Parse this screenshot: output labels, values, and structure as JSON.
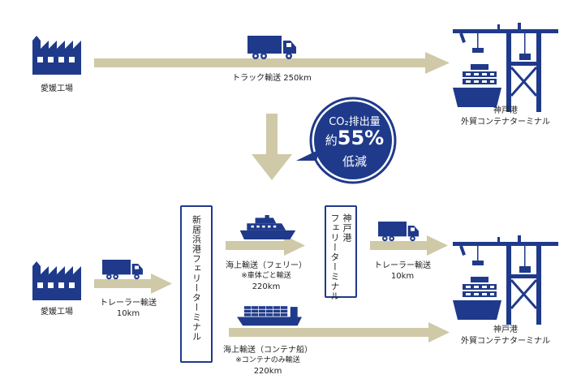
{
  "top_route": {
    "origin_label": "愛媛工場",
    "arrow_label": "トラック輸送 250km",
    "destination_line1": "神戸港",
    "destination_line2": "外貿コンテナターミナル"
  },
  "callout": {
    "line1": "CO₂排出量",
    "line2_prefix": "約",
    "line2_value": "55%",
    "line3": "低減"
  },
  "bottom_route": {
    "origin_label": "愛媛工場",
    "trailer_label1": "トレーラー輸送",
    "trailer_label1_distance": "10km",
    "niihama_terminal": "新居浜港フェリーターミナル",
    "ferry_label_line1": "海上輸送（フェリー）",
    "ferry_label_line2": "※車体ごと輸送",
    "ferry_label_line3": "220km",
    "kobe_ferry_terminal_line1": "神戸港",
    "kobe_ferry_terminal_line2": "フェリーターミナル",
    "trailer_label2": "トレーラー輸送",
    "trailer_label2_distance": "10km",
    "container_label_line1": "海上輸送（コンテナ船）",
    "container_label_line2": "※コンテナのみ輸送",
    "container_label_line3": "220km",
    "destination_line1": "神戸港",
    "destination_line2": "外貿コンテナターミナル"
  },
  "colors": {
    "icon_blue": "#1f3a8a",
    "arrow_beige": "#cfc9a8",
    "text": "#222222"
  },
  "icons": [
    "factory-icon",
    "truck-icon",
    "crane-ship-icon",
    "ferry-icon",
    "container-ship-icon",
    "down-arrow-icon"
  ]
}
